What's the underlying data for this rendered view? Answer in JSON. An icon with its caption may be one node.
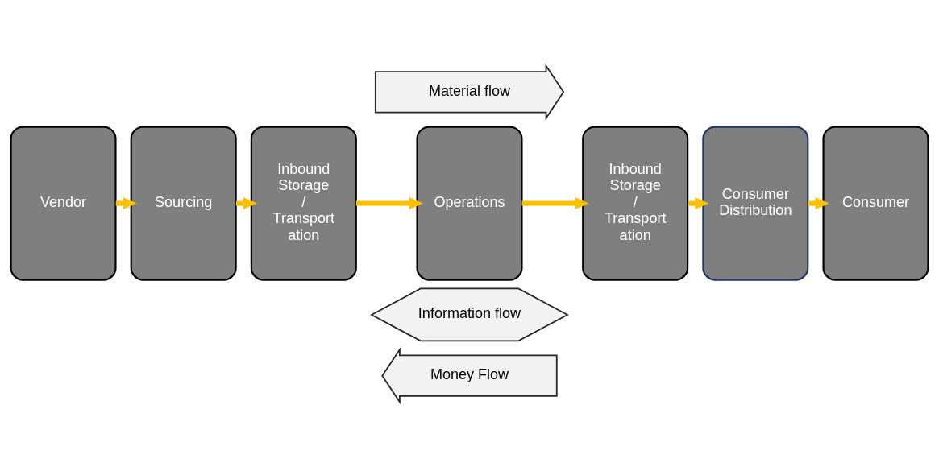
{
  "diagram": {
    "nodes": [
      {
        "text": [
          "Material flow"
        ]
      },
      {
        "text": [
          "Vendor"
        ]
      },
      {
        "text": [
          "Sourcing"
        ]
      },
      {
        "text": [
          "Inbound Storage / Transport ation"
        ]
      },
      {
        "text": [
          "Operations"
        ]
      },
      {
        "text": [
          "Inbound Storage / Transport ation"
        ]
      },
      {
        "text": [
          "Consumer Distribution"
        ]
      },
      {
        "text": [
          "Consumer"
        ]
      },
      {
        "text": [
          "Information flow"
        ]
      },
      {
        "text": [
          "Money Flow"
        ]
      }
    ],
    "edges": [
      {
        "from": 1,
        "to": 2,
        "arrow": "to"
      },
      {
        "from": 2,
        "to": 3,
        "arrow": "to"
      },
      {
        "from": 3,
        "to": 4,
        "arrow": "to"
      },
      {
        "from": 4,
        "to": 5,
        "arrow": "to"
      },
      {
        "from": 5,
        "to": 6,
        "arrow": "to"
      },
      {
        "from": 6,
        "to": 7,
        "arrow": "to"
      }
    ]
  }
}
